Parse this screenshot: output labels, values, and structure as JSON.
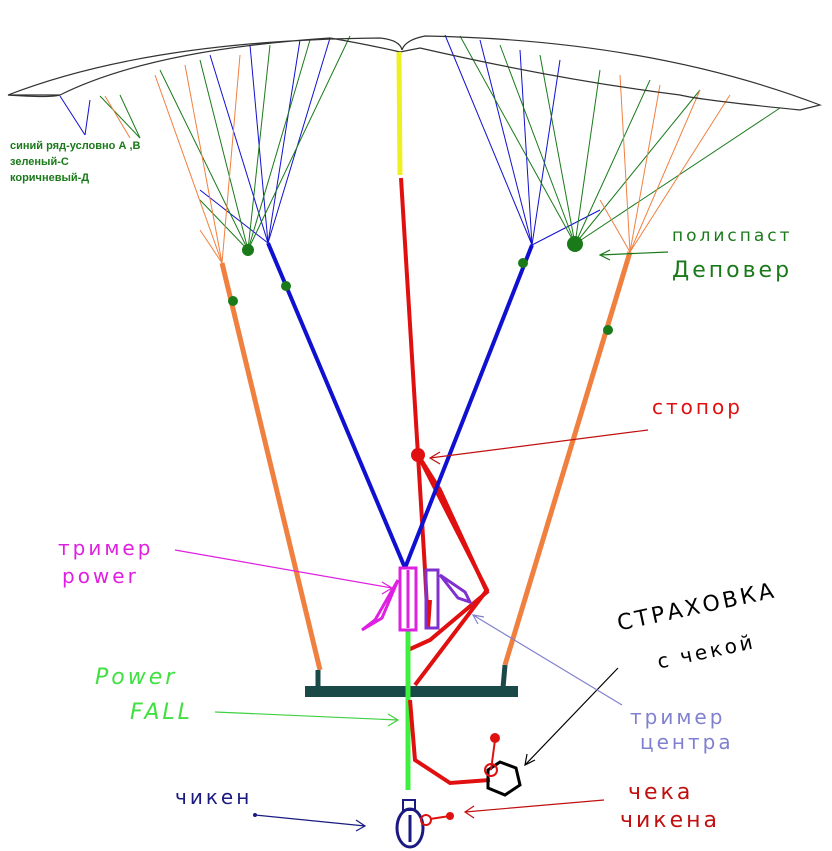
{
  "legend": {
    "line1": "синий ряд-условно А ,В",
    "line2": "зеленый-С",
    "line3": "коричневый-Д"
  },
  "labels": {
    "polispast": "полиспаст",
    "depover": "Деповер",
    "stopor": "стопор",
    "trimer_power_1": "тример",
    "trimer_power_2": "power",
    "power_fall_1": "Power",
    "power_fall_2": "FALL",
    "strahovka_1": "СТРАХОВКА",
    "strahovka_2": "с чекой",
    "trimer_centra_1": "тример",
    "trimer_centra_2": "центра",
    "cheka_1": "чека",
    "cheka_2": "чикена",
    "chiken": "чикен"
  },
  "colors": {
    "a_b_rows": "#1010d0",
    "c_row": "#1a7a1a",
    "d_row": "#f08040",
    "main_line": "#e01010",
    "top_line": "#f0f020",
    "trimmer_power": "#e020e0",
    "trimmer_center": "#8030d0",
    "power_fall": "#40f040",
    "bar": "#1a4a48"
  }
}
